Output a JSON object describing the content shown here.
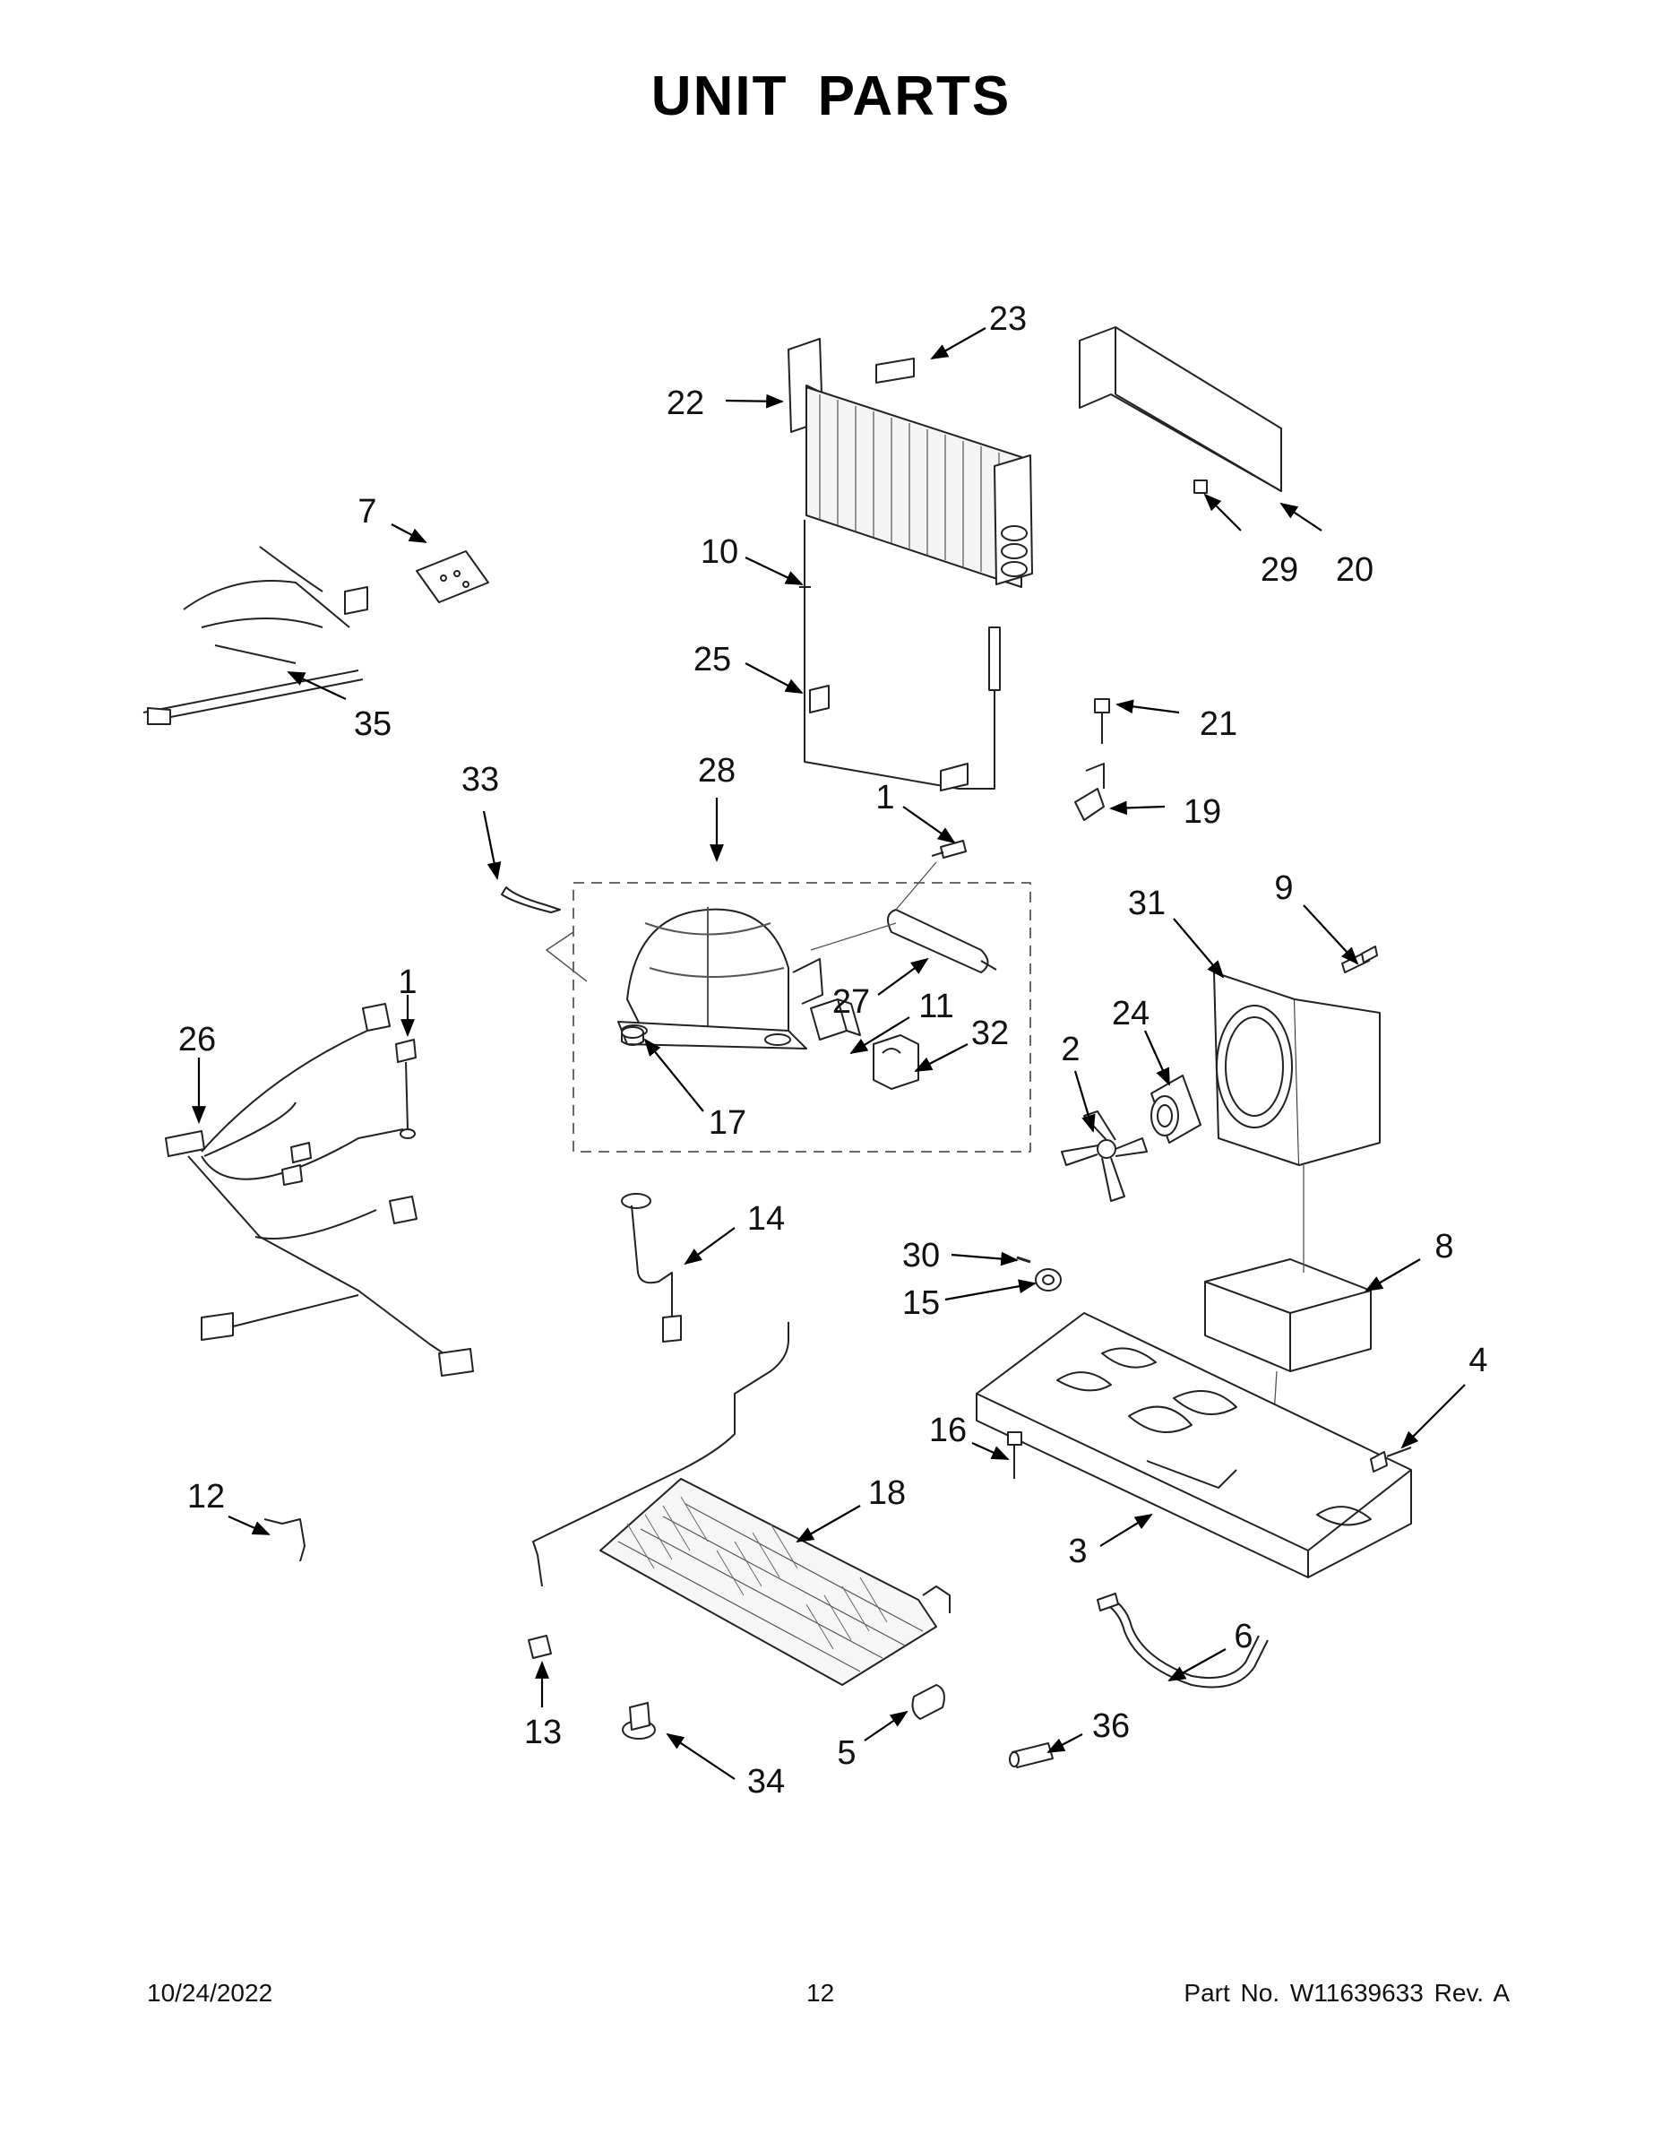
{
  "page": {
    "title": "UNIT PARTS",
    "footer": {
      "date": "10/24/2022",
      "page_number": "12",
      "part_number": "Part No.  W11639633  Rev.  A"
    }
  },
  "callouts": [
    {
      "id": "c23",
      "label": "23"
    },
    {
      "id": "c22",
      "label": "22"
    },
    {
      "id": "c10",
      "label": "10"
    },
    {
      "id": "c25",
      "label": "25"
    },
    {
      "id": "c29",
      "label": "29"
    },
    {
      "id": "c20",
      "label": "20"
    },
    {
      "id": "c7",
      "label": "7"
    },
    {
      "id": "c35",
      "label": "35"
    },
    {
      "id": "c21",
      "label": "21"
    },
    {
      "id": "c19",
      "label": "19"
    },
    {
      "id": "c33",
      "label": "33"
    },
    {
      "id": "c28",
      "label": "28"
    },
    {
      "id": "c1a",
      "label": "1"
    },
    {
      "id": "c27",
      "label": "27"
    },
    {
      "id": "c11",
      "label": "11"
    },
    {
      "id": "c32",
      "label": "32"
    },
    {
      "id": "c17",
      "label": "17"
    },
    {
      "id": "c1b",
      "label": "1"
    },
    {
      "id": "c26",
      "label": "26"
    },
    {
      "id": "c31",
      "label": "31"
    },
    {
      "id": "c9",
      "label": "9"
    },
    {
      "id": "c24",
      "label": "24"
    },
    {
      "id": "c2",
      "label": "2"
    },
    {
      "id": "c14",
      "label": "14"
    },
    {
      "id": "c30",
      "label": "30"
    },
    {
      "id": "c15",
      "label": "15"
    },
    {
      "id": "c8",
      "label": "8"
    },
    {
      "id": "c4",
      "label": "4"
    },
    {
      "id": "c16",
      "label": "16"
    },
    {
      "id": "c12",
      "label": "12"
    },
    {
      "id": "c18",
      "label": "18"
    },
    {
      "id": "c3",
      "label": "3"
    },
    {
      "id": "c6",
      "label": "6"
    },
    {
      "id": "c13",
      "label": "13"
    },
    {
      "id": "c5",
      "label": "5"
    },
    {
      "id": "c36",
      "label": "36"
    },
    {
      "id": "c34",
      "label": "34"
    }
  ]
}
